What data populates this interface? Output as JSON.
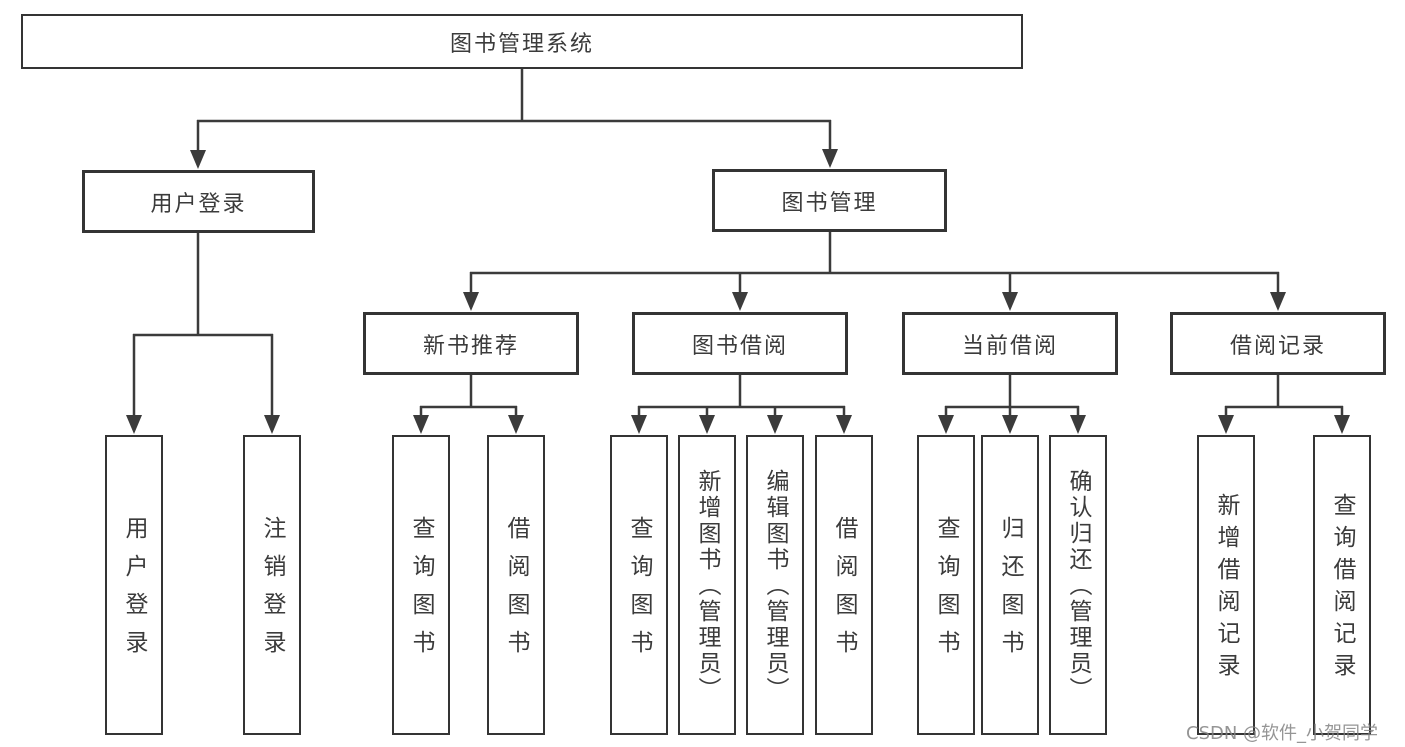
{
  "diagram": {
    "root_label": "图书管理系统",
    "branches": [
      {
        "label": "用户登录",
        "leaves": [
          "用户登录",
          "注销登录"
        ]
      },
      {
        "label": "图书管理"
      }
    ],
    "modules": [
      {
        "label": "新书推荐",
        "leaves": [
          "查询图书",
          "借阅图书"
        ]
      },
      {
        "label": "图书借阅",
        "leaves": [
          "查询图书",
          "新增图书（管理员）",
          "编辑图书（管理员）",
          "借阅图书"
        ]
      },
      {
        "label": "当前借阅",
        "leaves": [
          "查询图书",
          "归还图书",
          "确认归还（管理员）"
        ]
      },
      {
        "label": "借阅记录",
        "leaves": [
          "新增借阅记录",
          "查询借阅记录"
        ]
      }
    ],
    "line_color": "#3b3b3b"
  },
  "watermark": {
    "text": "CSDN @软件_小贺同学"
  }
}
